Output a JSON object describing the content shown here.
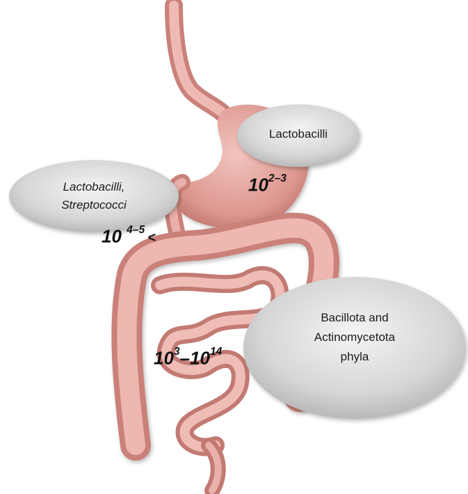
{
  "labels": {
    "stomach": "Lactobacilli",
    "small_intestine_1": "Lactobacilli,",
    "small_intestine_2": "Streptococci",
    "colon_1": "Bacillota and",
    "colon_2": "Actinomycetota",
    "colon_3": "phyla"
  },
  "counts": {
    "stomach": {
      "base": "10",
      "exp": "2–3"
    },
    "duodenum": {
      "base": "10 ",
      "exp": "4–5",
      "suffix": "<"
    },
    "colon": {
      "base1": "10",
      "exp1": "3",
      "mid": "–10",
      "exp2": "14"
    }
  },
  "colors": {
    "tissue": "#e3a29b",
    "tissue_dark": "#c27a73",
    "tissue_light": "#f1c3bd",
    "bubble": "#d8d8d8"
  }
}
